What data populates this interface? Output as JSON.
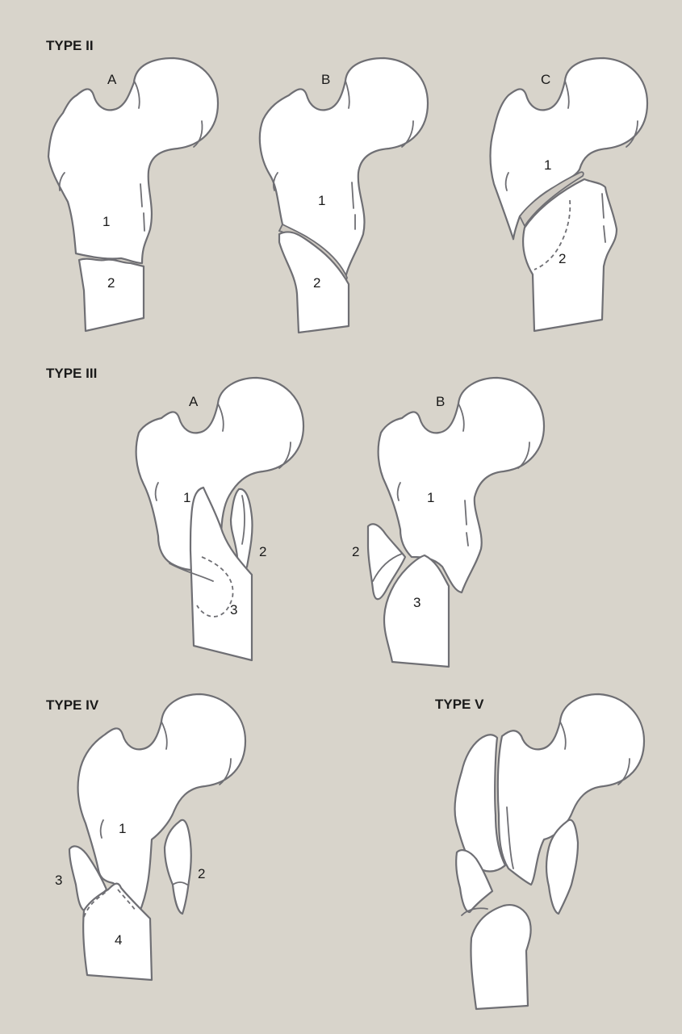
{
  "colors": {
    "background": "#d8d4cb",
    "bone_fill": "#ffffff",
    "outline": "#6f6f74"
  },
  "sections": {
    "type2": {
      "heading": "TYPE II",
      "panels": [
        {
          "letter": "A",
          "fragments": [
            "1",
            "2"
          ]
        },
        {
          "letter": "B",
          "fragments": [
            "1",
            "2"
          ]
        },
        {
          "letter": "C",
          "fragments": [
            "1",
            "2"
          ]
        }
      ]
    },
    "type3": {
      "heading": "TYPE III",
      "panels": [
        {
          "letter": "A",
          "fragments": [
            "1",
            "2",
            "3"
          ]
        },
        {
          "letter": "B",
          "fragments": [
            "1",
            "2",
            "3"
          ]
        }
      ]
    },
    "type4": {
      "heading": "TYPE IV",
      "fragments": [
        "1",
        "2",
        "3",
        "4"
      ]
    },
    "type5": {
      "heading": "TYPE V"
    }
  }
}
